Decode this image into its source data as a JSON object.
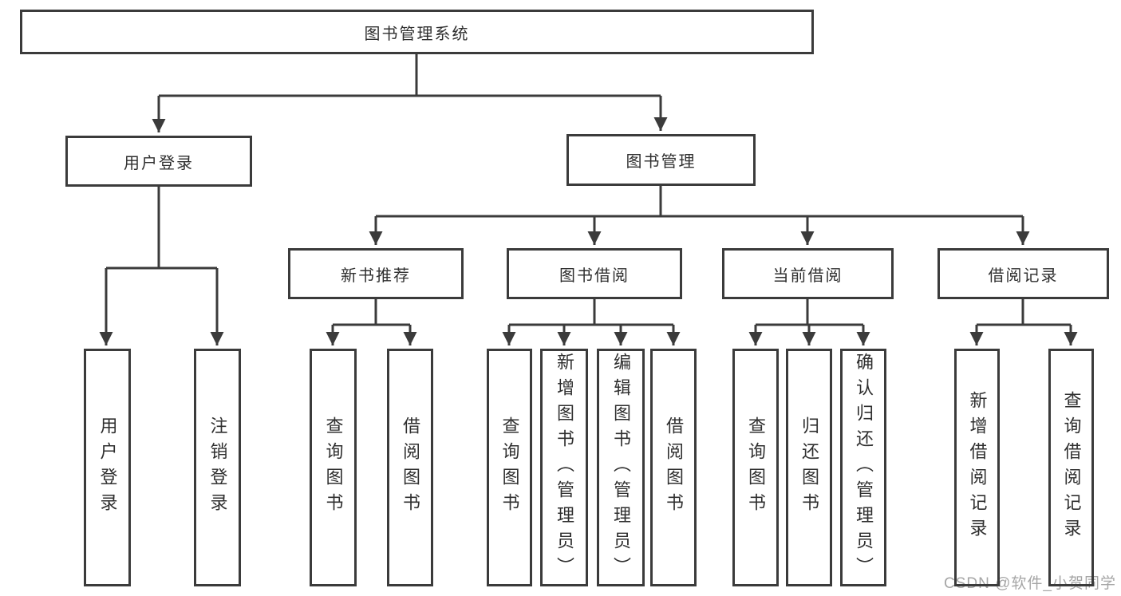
{
  "watermark": "CSDN @软件_小贺同学",
  "colors": {
    "line": "#3b3b3b",
    "text": "#2f2f2f",
    "watermark": "#a6a6a6",
    "background": "#ffffff"
  },
  "tree": {
    "label": "图书管理系统",
    "children": [
      {
        "label": "用户登录",
        "children": [
          {
            "label": "用户登录"
          },
          {
            "label": "注销登录"
          }
        ]
      },
      {
        "label": "图书管理",
        "children": [
          {
            "label": "新书推荐",
            "children": [
              {
                "label": "查询图书"
              },
              {
                "label": "借阅图书"
              }
            ]
          },
          {
            "label": "图书借阅",
            "children": [
              {
                "label": "查询图书"
              },
              {
                "label": "新增图书（管理员）"
              },
              {
                "label": "编辑图书（管理员）"
              },
              {
                "label": "借阅图书"
              }
            ]
          },
          {
            "label": "当前借阅",
            "children": [
              {
                "label": "查询图书"
              },
              {
                "label": "归还图书"
              },
              {
                "label": "确认归还（管理员）"
              }
            ]
          },
          {
            "label": "借阅记录",
            "children": [
              {
                "label": "新增借阅记录"
              },
              {
                "label": "查询借阅记录"
              }
            ]
          }
        ]
      }
    ]
  }
}
